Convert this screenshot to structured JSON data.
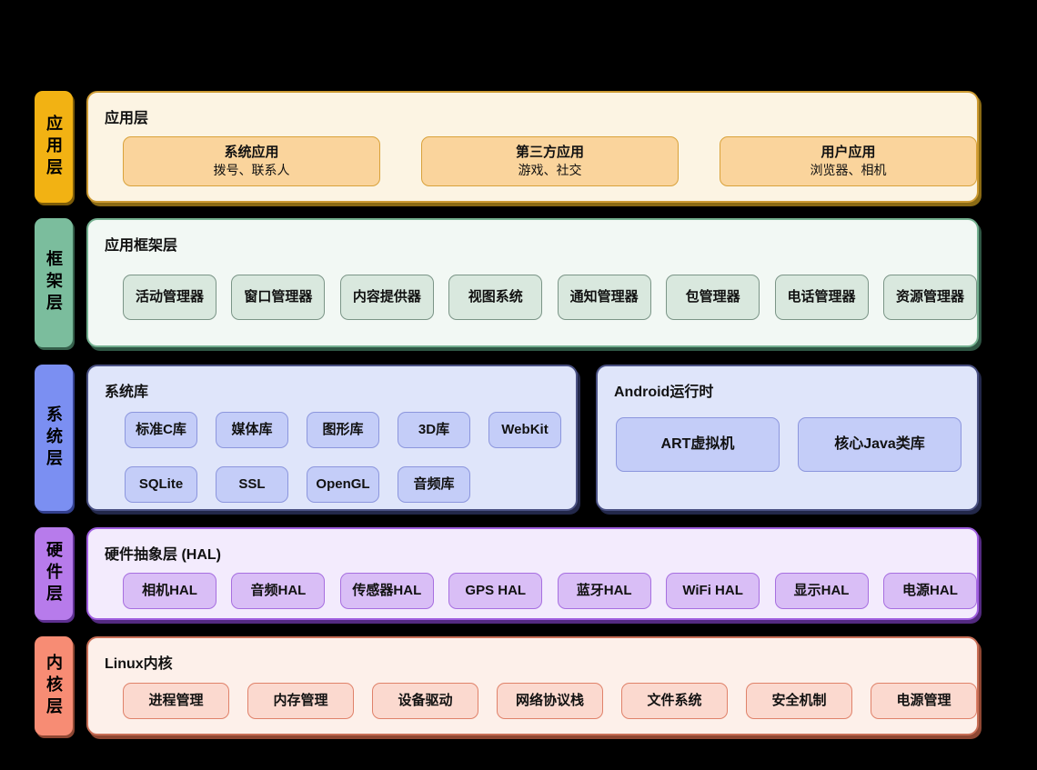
{
  "colors": {
    "background": "#000000",
    "app_accent": "#F2B213",
    "framework_accent": "#7BBD9D",
    "system_accent": "#7B8FF2",
    "hardware_accent": "#B77BEB",
    "kernel_accent": "#F78C74"
  },
  "layers": {
    "app": {
      "side_label": "应用层",
      "panel_title": "应用层",
      "cards": [
        {
          "title": "系统应用",
          "subtitle": "拨号、联系人"
        },
        {
          "title": "第三方应用",
          "subtitle": "游戏、社交"
        },
        {
          "title": "用户应用",
          "subtitle": "浏览器、相机"
        }
      ]
    },
    "framework": {
      "side_label": "框架层",
      "panel_title": "应用框架层",
      "cards": [
        "活动管理器",
        "窗口管理器",
        "内容提供器",
        "视图系统",
        "通知管理器",
        "包管理器",
        "电话管理器",
        "资源管理器"
      ]
    },
    "system": {
      "side_label": "系统层",
      "libs": {
        "panel_title": "系统库",
        "cards": [
          "标准C库",
          "媒体库",
          "图形库",
          "3D库",
          "WebKit",
          "SQLite",
          "SSL",
          "OpenGL",
          "音频库"
        ]
      },
      "runtime": {
        "panel_title": "Android运行时",
        "cards": [
          "ART虚拟机",
          "核心Java类库"
        ]
      }
    },
    "hardware": {
      "side_label": "硬件层",
      "panel_title": "硬件抽象层 (HAL)",
      "cards": [
        "相机HAL",
        "音频HAL",
        "传感器HAL",
        "GPS HAL",
        "蓝牙HAL",
        "WiFi HAL",
        "显示HAL",
        "电源HAL"
      ]
    },
    "kernel": {
      "side_label": "内核层",
      "panel_title": "Linux内核",
      "cards": [
        "进程管理",
        "内存管理",
        "设备驱动",
        "网络协议栈",
        "文件系统",
        "安全机制",
        "电源管理"
      ]
    }
  }
}
